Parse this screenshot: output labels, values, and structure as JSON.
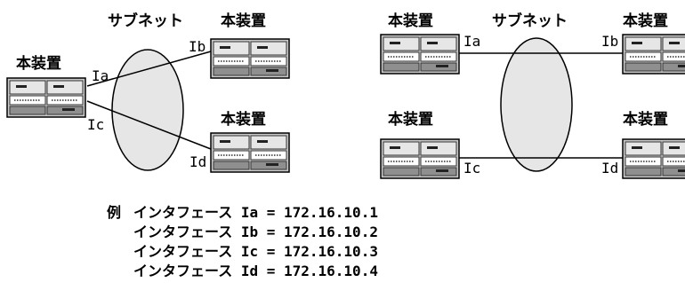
{
  "left_diagram": {
    "subnet_label": "サブネット",
    "device_main_label": "本装置",
    "device_top_label": "本装置",
    "device_bottom_label": "本装置",
    "if_a": "Ia",
    "if_b": "Ib",
    "if_c": "Ic",
    "if_d": "Id"
  },
  "right_diagram": {
    "subnet_label": "サブネット",
    "device_tl_label": "本装置",
    "device_tr_label": "本装置",
    "device_bl_label": "本装置",
    "device_br_label": "本装置",
    "if_a": "Ia",
    "if_b": "Ib",
    "if_c": "Ic",
    "if_d": "Id"
  },
  "legend": {
    "prefix": "例",
    "rows": [
      {
        "text": "インタフェース Ia = 172.16.10.1"
      },
      {
        "text": "インタフェース Ib = 172.16.10.2"
      },
      {
        "text": "インタフェース Ic = 172.16.10.3"
      },
      {
        "text": "インタフェース Id = 172.16.10.4"
      }
    ]
  }
}
